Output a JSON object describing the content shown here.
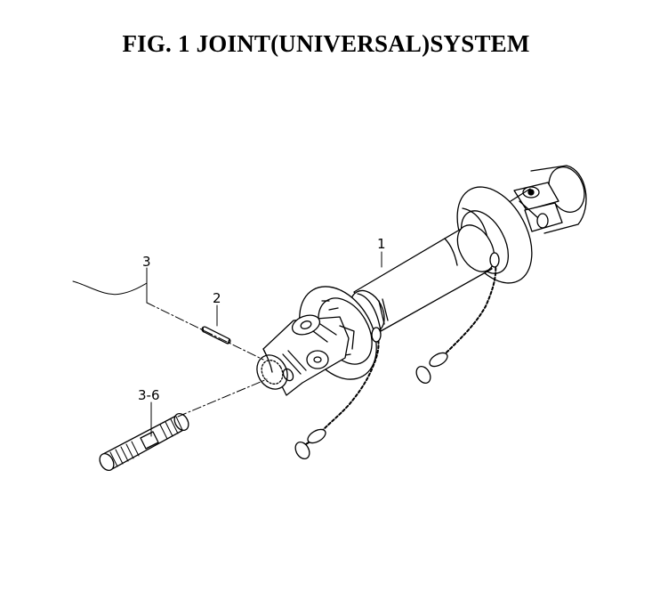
{
  "figure": {
    "title": "FIG. 1  JOINT(UNIVERSAL)SYSTEM"
  },
  "callouts": {
    "c1": "1",
    "c2": "2",
    "c3": "3",
    "c36": "3-6"
  }
}
